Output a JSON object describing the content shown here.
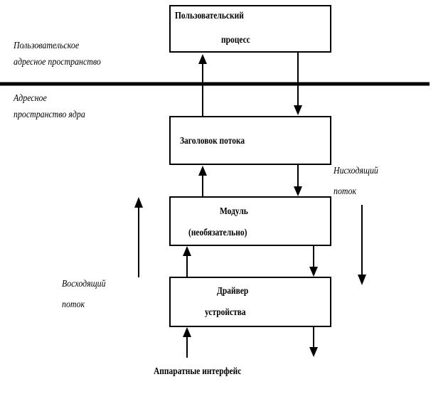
{
  "diagram": {
    "user_process": {
      "line1": "Пользовательский",
      "line2": "процесс"
    },
    "stream_head": {
      "label": "Заголовок потока"
    },
    "module": {
      "line1": "Модуль",
      "line2": "(необязательно)"
    },
    "driver": {
      "line1": "Драйвер",
      "line2": "устройства"
    },
    "hardware_interface": "Аппаратные интерфейс",
    "user_space": {
      "line1": "Пользовательское",
      "line2": "адресное пространство"
    },
    "kernel_space": {
      "line1": "Адресное",
      "line2": "пространство ядра"
    },
    "downstream": {
      "line1": "Нисходящий",
      "line2": "поток"
    },
    "upstream": {
      "line1": "Восходящий",
      "line2": "поток"
    }
  }
}
